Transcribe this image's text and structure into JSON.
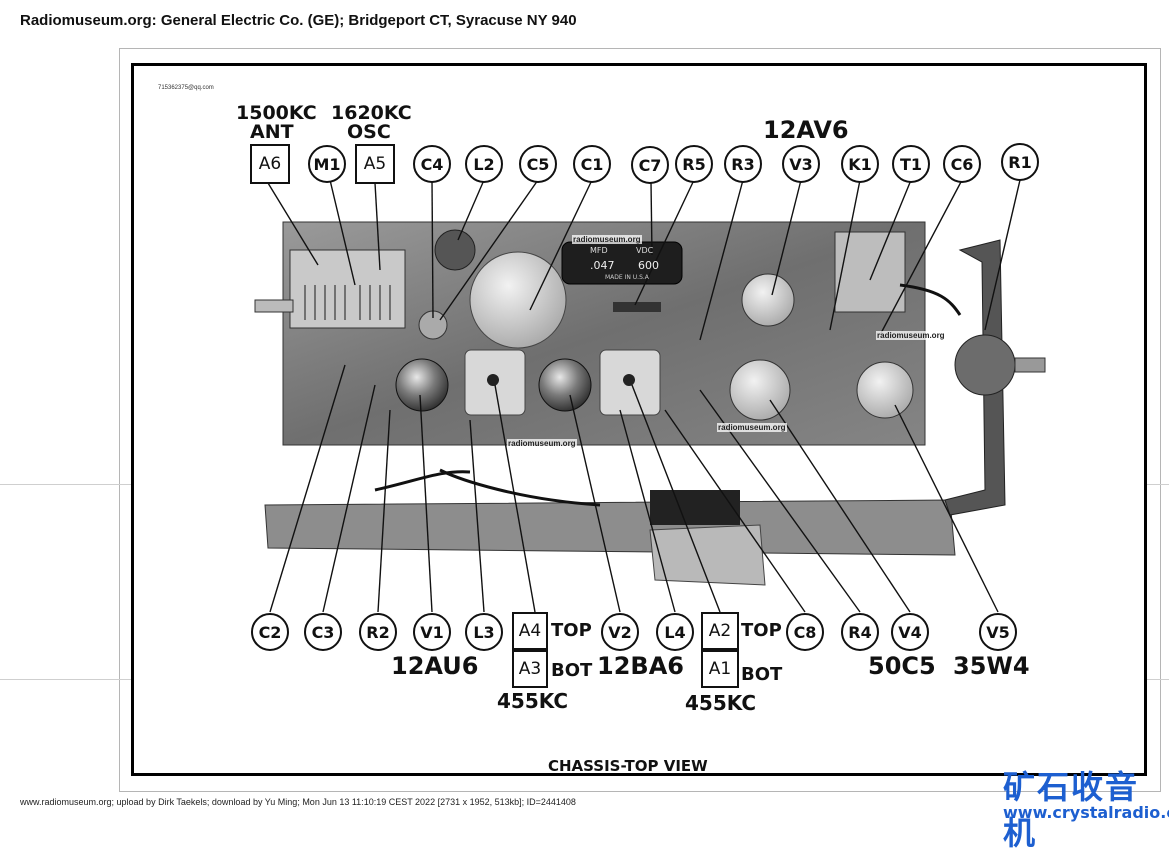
{
  "header": {
    "title": "Radiomuseum.org: General Electric Co. (GE); Bridgeport CT, Syracuse NY 940"
  },
  "schematic": {
    "corner_note": "715362375@qq.com",
    "top_group_labels": {
      "ant": [
        "1500KC",
        "ANT"
      ],
      "osc": [
        "1620KC",
        "OSC"
      ],
      "tube_12av6": "12AV6"
    },
    "top_boxes": [
      "A6",
      "A5"
    ],
    "top_circles": [
      "M1",
      "C4",
      "L2",
      "C5",
      "C1",
      "C7",
      "R5",
      "R3",
      "V3",
      "K1",
      "T1",
      "C6",
      "R1"
    ],
    "bottom_circles": [
      "C2",
      "C3",
      "R2",
      "V1",
      "L3",
      "V2",
      "L4",
      "C8",
      "R4",
      "V4",
      "V5"
    ],
    "bottom_boxes": {
      "a4": "A4",
      "a3": "A3",
      "a2": "A2",
      "a1": "A1"
    },
    "bottom_words": {
      "top1": "TOP",
      "bot1": "BOT",
      "top2": "TOP",
      "bot2": "BOT"
    },
    "tube_labels": {
      "v1": "12AU6",
      "v2": "12BA6",
      "v4": "50C5",
      "v5": "35W4"
    },
    "if_labels": [
      "455KC",
      "455KC"
    ],
    "capacitor_print": [
      "MFD",
      "VDC",
      ".047",
      "600",
      "MADE IN U.S.A"
    ],
    "view_title": "CHASSIS-TOP  VIEW",
    "watermarks": [
      "radiomuseum.org",
      "radiomuseum.org",
      "radiomuseum.org",
      "radiomuseum.org"
    ]
  },
  "footer": {
    "credit": "www.radiomuseum.org; upload by Dirk Taekels; download by Yu Ming; Mon Jun 13 11:10:19 CEST 2022 [2731 x 1952, 513kb]; ID=2441408",
    "brand_cn": "矿石收音机",
    "brand_url": "www.crystalradio.cn"
  }
}
